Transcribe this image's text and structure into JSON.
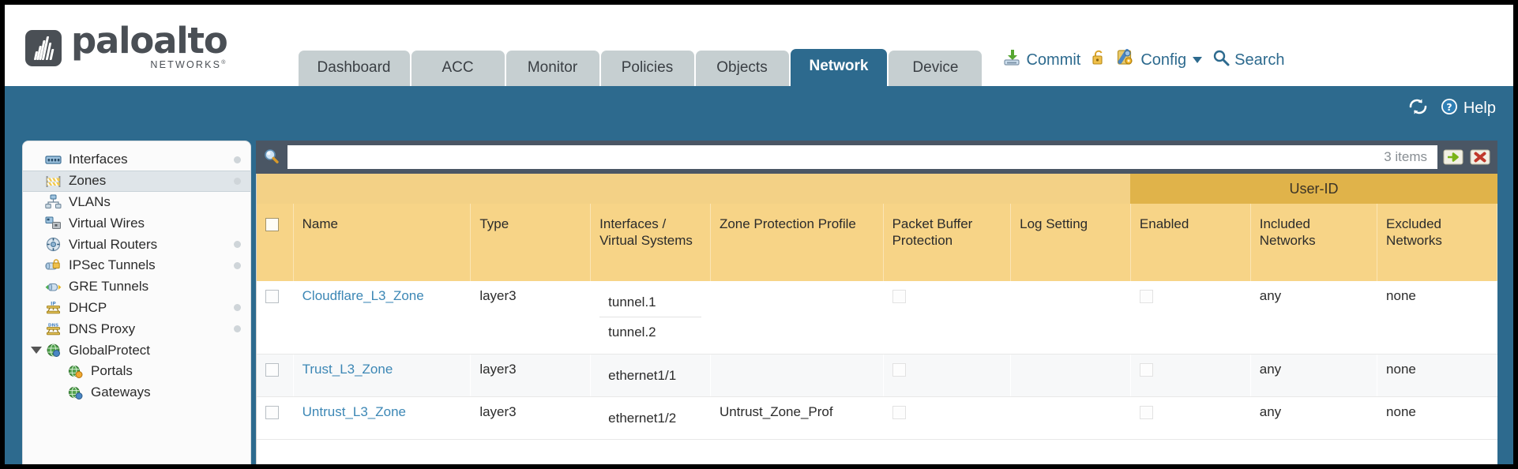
{
  "brand": {
    "name": "paloalto",
    "sub": "NETWORKS",
    "mark_icon": "waveform-logo-icon"
  },
  "tabs": [
    {
      "label": "Dashboard",
      "active": false
    },
    {
      "label": "ACC",
      "active": false
    },
    {
      "label": "Monitor",
      "active": false
    },
    {
      "label": "Policies",
      "active": false
    },
    {
      "label": "Objects",
      "active": false
    },
    {
      "label": "Network",
      "active": true
    },
    {
      "label": "Device",
      "active": false
    }
  ],
  "top_actions": {
    "commit": "Commit",
    "commit_icon": "commit-save-icon",
    "lock_icon": "padlock-icon",
    "config": "Config",
    "config_icon": "config-wrench-gear-icon",
    "config_caret_icon": "chevron-down-icon",
    "search": "Search",
    "search_icon": "magnifier-icon"
  },
  "teal_band": {
    "refresh_icon": "refresh-icon",
    "help_icon": "help-question-icon",
    "help": "Help"
  },
  "sidebar": {
    "items": [
      {
        "label": "Interfaces",
        "icon": "interfaces-icon",
        "selected": false,
        "dot": true,
        "child": false,
        "expander": false
      },
      {
        "label": "Zones",
        "icon": "zones-barrier-icon",
        "selected": true,
        "dot": true,
        "child": false,
        "expander": false
      },
      {
        "label": "VLANs",
        "icon": "vlans-icon",
        "selected": false,
        "dot": false,
        "child": false,
        "expander": false
      },
      {
        "label": "Virtual Wires",
        "icon": "virtual-wires-icon",
        "selected": false,
        "dot": false,
        "child": false,
        "expander": false
      },
      {
        "label": "Virtual Routers",
        "icon": "virtual-routers-icon",
        "selected": false,
        "dot": true,
        "child": false,
        "expander": false
      },
      {
        "label": "IPSec Tunnels",
        "icon": "ipsec-tunnels-icon",
        "selected": false,
        "dot": true,
        "child": false,
        "expander": false
      },
      {
        "label": "GRE Tunnels",
        "icon": "gre-tunnels-icon",
        "selected": false,
        "dot": false,
        "child": false,
        "expander": false
      },
      {
        "label": "DHCP",
        "icon": "dhcp-icon",
        "selected": false,
        "dot": true,
        "child": false,
        "expander": false
      },
      {
        "label": "DNS Proxy",
        "icon": "dns-proxy-icon",
        "selected": false,
        "dot": true,
        "child": false,
        "expander": false
      },
      {
        "label": "GlobalProtect",
        "icon": "globalprotect-globe-icon",
        "selected": false,
        "dot": false,
        "child": false,
        "expander": true
      },
      {
        "label": "Portals",
        "icon": "portals-icon",
        "selected": false,
        "dot": false,
        "child": true,
        "expander": false
      },
      {
        "label": "Gateways",
        "icon": "gateways-icon",
        "selected": false,
        "dot": false,
        "child": true,
        "expander": false
      }
    ]
  },
  "search": {
    "value": "",
    "placeholder": "",
    "icon": "magnifier-icon",
    "item_count": "3 items",
    "apply_icon": "green-arrow-apply-icon",
    "clear_icon": "red-x-clear-icon"
  },
  "table": {
    "group_header": {
      "userid": "User-ID"
    },
    "columns": [
      "Name",
      "Type",
      "Interfaces / Virtual Systems",
      "Zone Protection Profile",
      "Packet Buffer Protection",
      "Log Setting",
      "Enabled",
      "Included Networks",
      "Excluded Networks"
    ],
    "rows": [
      {
        "name": "Cloudflare_L3_Zone",
        "type": "layer3",
        "interfaces": [
          "tunnel.1",
          "tunnel.2"
        ],
        "zone_protection_profile": "",
        "packet_buffer_protection": false,
        "log_setting": "",
        "enabled": false,
        "included_networks": "any",
        "excluded_networks": "none"
      },
      {
        "name": "Trust_L3_Zone",
        "type": "layer3",
        "interfaces": [
          "ethernet1/1"
        ],
        "zone_protection_profile": "",
        "packet_buffer_protection": false,
        "log_setting": "",
        "enabled": false,
        "included_networks": "any",
        "excluded_networks": "none"
      },
      {
        "name": "Untrust_L3_Zone",
        "type": "layer3",
        "interfaces": [
          "ethernet1/2"
        ],
        "zone_protection_profile": "Untrust_Zone_Prof",
        "packet_buffer_protection": false,
        "log_setting": "",
        "enabled": false,
        "included_networks": "any",
        "excluded_networks": "none"
      }
    ]
  },
  "colors": {
    "brand_dark": "#4a4f55",
    "teal": "#2d6a8e",
    "tab_inactive": "#c6cfd1",
    "header_yellow": "#f7d487",
    "group_yellow": "#e0b34a",
    "link_blue": "#3c87b5",
    "searchbar_slate": "#4a5664"
  }
}
